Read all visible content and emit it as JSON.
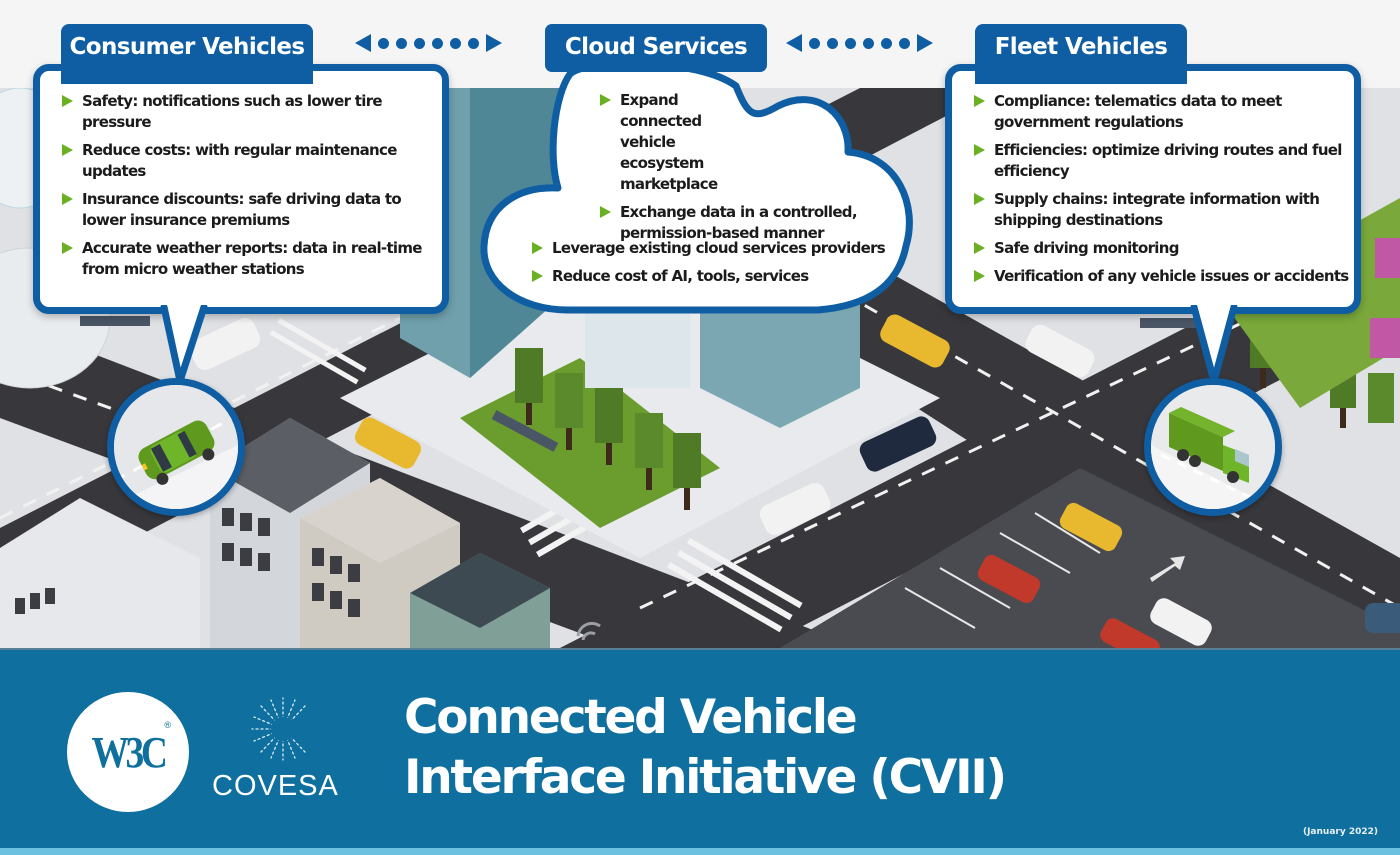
{
  "header": {
    "tabs": [
      {
        "id": "consumer",
        "label": "Consumer Vehicles"
      },
      {
        "id": "cloud",
        "label": "Cloud Services"
      },
      {
        "id": "fleet",
        "label": "Fleet Vehicles"
      }
    ],
    "connector_icons": [
      "bidirectional-arrow-icon",
      "bidirectional-arrow-icon"
    ]
  },
  "consumer": {
    "bullets": [
      "Safety: notifications such as lower tire pressure",
      "Reduce costs: with regular maintenance updates",
      "Insurance discounts: safe driving data to lower insurance premiums",
      "Accurate weather reports:  data in real-time from micro weather stations"
    ],
    "zoom_icon": "green-car-icon"
  },
  "cloud": {
    "bullets_top": [
      "Expand connected vehicle ecosystem marketplace",
      "Exchange data in a controlled, permission-based manner"
    ],
    "bullets_bottom": [
      "Leverage existing cloud services providers",
      "Reduce cost of AI, tools, services"
    ]
  },
  "fleet": {
    "bullets": [
      "Compliance: telematics data to meet government regulations",
      "Efficiencies: optimize driving routes and fuel efficiency",
      "Supply chains: integrate information with shipping destinations",
      "Safe driving monitoring",
      "Verification of any vehicle issues or accidents"
    ],
    "zoom_icon": "green-truck-icon"
  },
  "footer": {
    "w3c_logo": "W3C",
    "w3c_reg": "®",
    "covesa_logo": "COVESA",
    "title_line1": "Connected Vehicle",
    "title_line2": "Interface Initiative (CVII)",
    "date": "(January 2022)"
  },
  "colors": {
    "brand_blue": "#0f5ea3",
    "footer_blue": "#0f6f9e",
    "bullet_green": "#6ab023",
    "road": "#3a3a3e"
  }
}
